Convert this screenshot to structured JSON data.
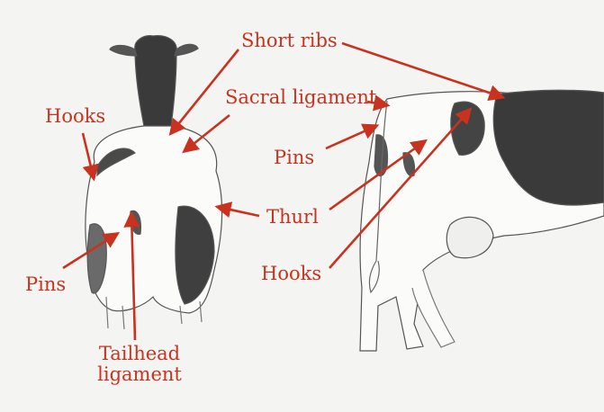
{
  "diagram": {
    "accent_color": "#c8321e",
    "labels": {
      "short_ribs": "Short ribs",
      "sacral_ligament": "Sacral ligament",
      "hooks_left": "Hooks",
      "pins_side": "Pins",
      "thurl": "Thurl",
      "hooks_side": "Hooks",
      "pins_left": "Pins",
      "tailhead_line1": "Tailhead",
      "tailhead_line2": "ligament"
    },
    "illustrations": [
      "cow-rear-view",
      "cow-side-view"
    ]
  }
}
